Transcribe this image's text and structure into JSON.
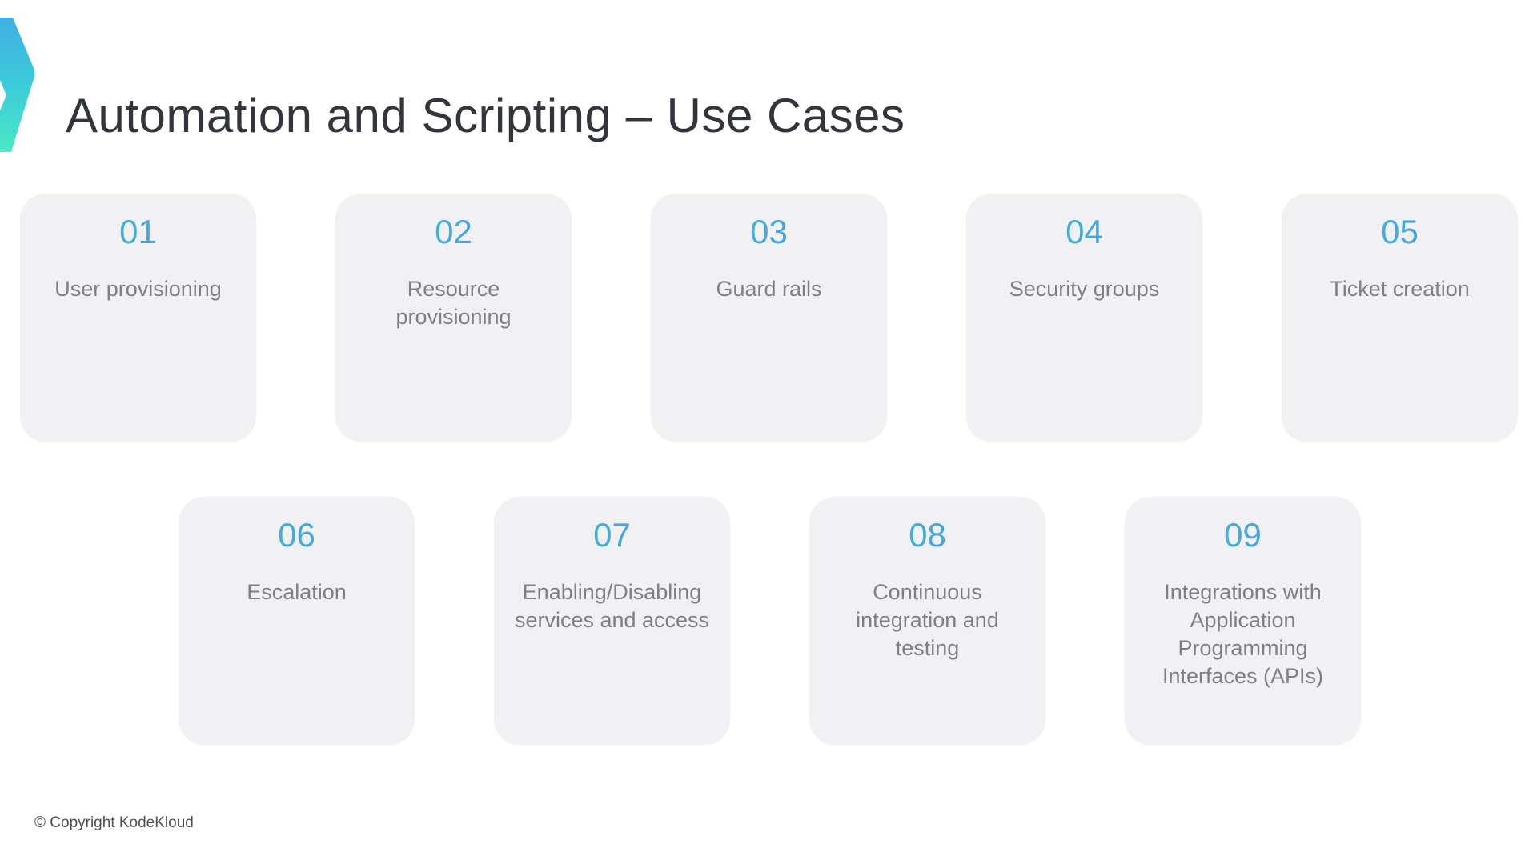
{
  "header": {
    "title": "Automation and Scripting – Use Cases"
  },
  "cards": [
    {
      "number": "01",
      "label": "User provisioning"
    },
    {
      "number": "02",
      "label": "Resource provisioning"
    },
    {
      "number": "03",
      "label": "Guard rails"
    },
    {
      "number": "04",
      "label": "Security groups"
    },
    {
      "number": "05",
      "label": "Ticket creation"
    },
    {
      "number": "06",
      "label": "Escalation"
    },
    {
      "number": "07",
      "label": "Enabling/Disabling services and access"
    },
    {
      "number": "08",
      "label": "Continuous integration and testing"
    },
    {
      "number": "09",
      "label": "Integrations with Application Programming Interfaces (APIs)"
    }
  ],
  "footer": {
    "copyright": "© Copyright KodeKloud"
  },
  "colors": {
    "title_color": "#32363c",
    "card_background": "#f1f0f2",
    "label_gray": "#7f7f83",
    "number_gradient_start": "#2fc7d3",
    "number_gradient_end": "#5a8de2",
    "logo_gradient_top": "#41aee5",
    "logo_gradient_mid": "#3bcbd9",
    "logo_gradient_bottom": "#4ae8c3"
  }
}
